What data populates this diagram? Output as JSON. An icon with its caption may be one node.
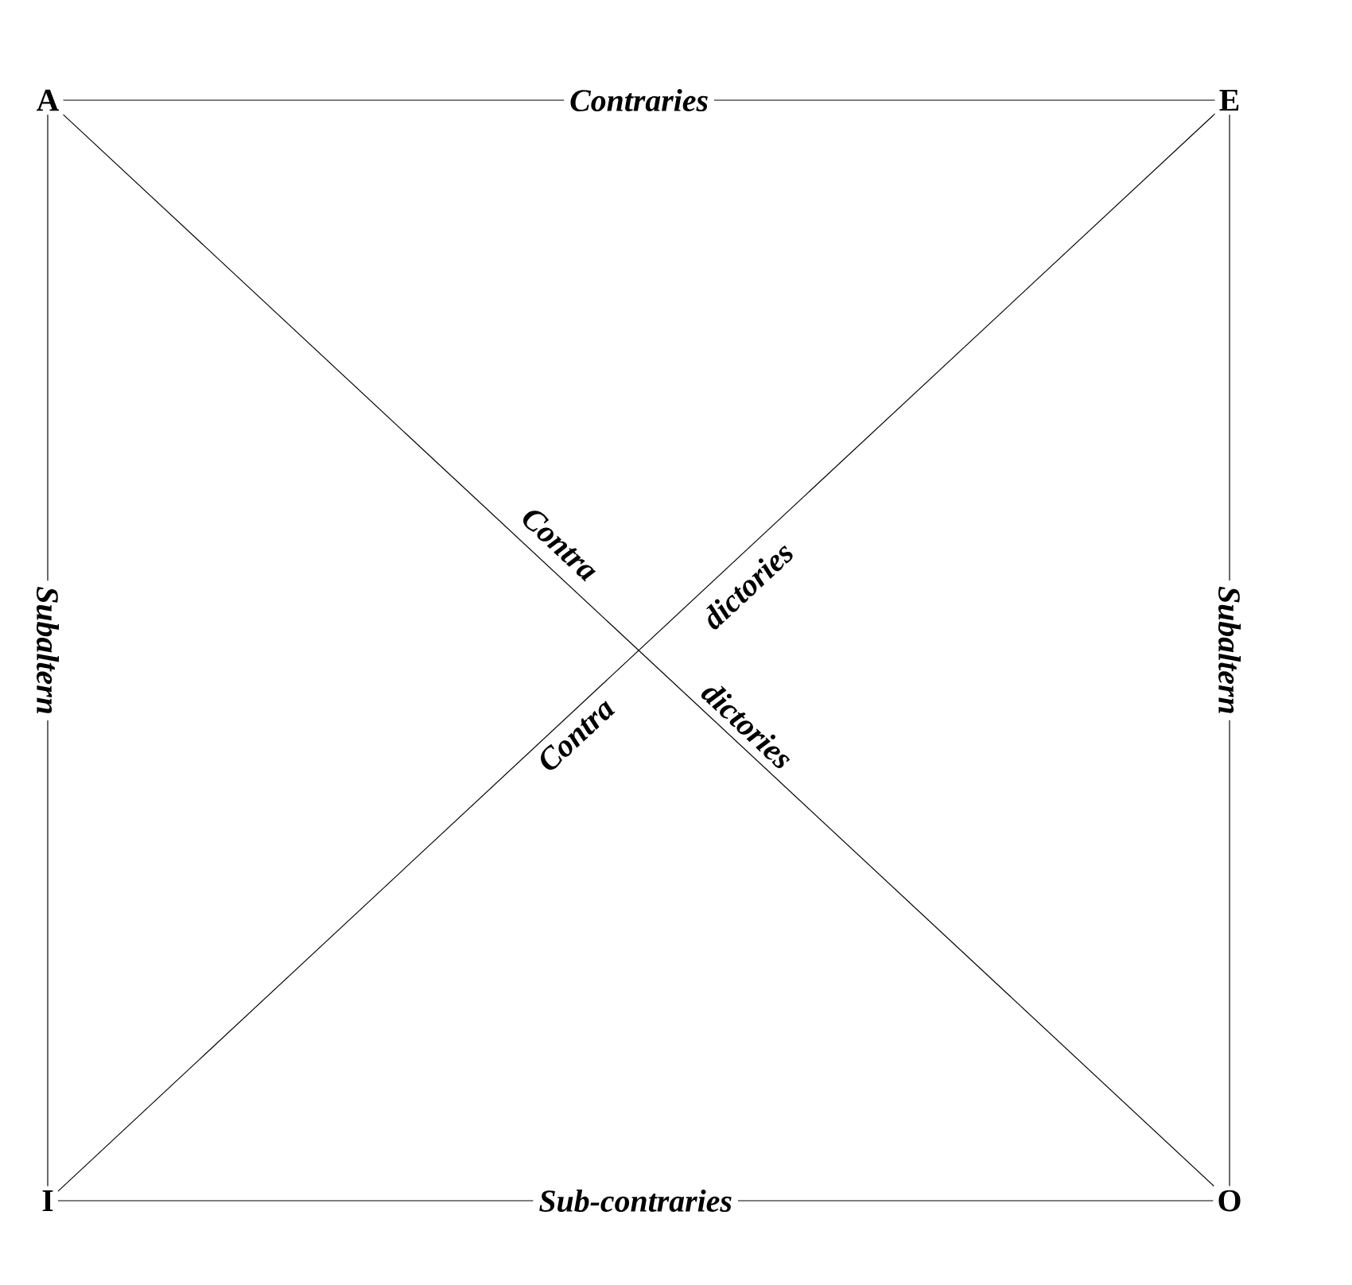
{
  "diagram": {
    "nodes": [
      {
        "text": [
          "A"
        ]
      },
      {
        "text": [
          "E"
        ]
      },
      {
        "text": [
          "I"
        ]
      },
      {
        "text": [
          "O"
        ]
      }
    ],
    "edges": [
      {
        "from": 0,
        "to": 1,
        "arrow": "none",
        "label": "Contraries"
      },
      {
        "from": 0,
        "to": 2,
        "arrow": "none",
        "label": "Subaltern"
      },
      {
        "from": 1,
        "to": 3,
        "arrow": "none",
        "label": "Subaltern"
      },
      {
        "from": 2,
        "to": 3,
        "arrow": "none",
        "label": "Sub-contraries"
      },
      {
        "from": 0,
        "to": 3,
        "arrow": "none"
      },
      {
        "from": 2,
        "to": 1,
        "arrow": "none"
      }
    ],
    "labels": [
      "Contra",
      "dictories",
      "Contra",
      "dictories"
    ]
  }
}
